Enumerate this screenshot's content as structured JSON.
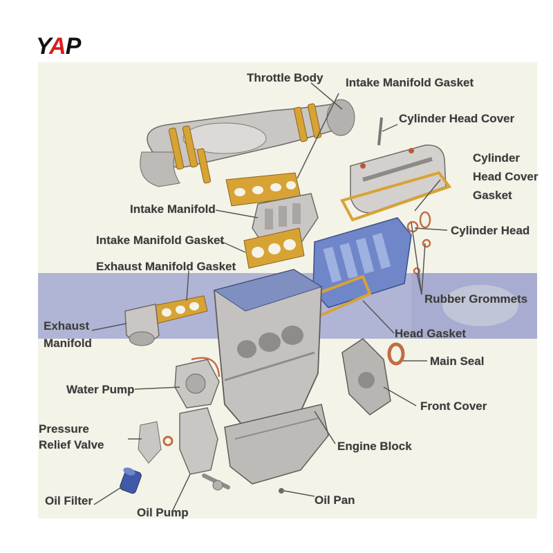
{
  "logo": {
    "y": "Y",
    "a": "A",
    "p": "P",
    "colors": {
      "letters": "#111111",
      "accent": "#d81e1e"
    }
  },
  "colors": {
    "background": "#f4f3e8",
    "band": "#9aa0cf",
    "metal": "#c9c6c3",
    "gasket": "#d8a335",
    "head": "#6f86c9",
    "leader": "#555555"
  },
  "labels": {
    "throttle_body": "Throttle Body",
    "intake_manifold_gasket_top": "Intake Manifold Gasket",
    "cylinder_head_cover": "Cylinder Head Cover",
    "cylinder_head_cover_gasket": "Cylinder\nHead Cover\nGasket",
    "intake_manifold": "Intake Manifold",
    "intake_manifold_gasket": "Intake Manifold Gasket",
    "cylinder_head": "Cylinder Head",
    "exhaust_manifold_gasket": "Exhaust Manifold Gasket",
    "rubber_grommets": "Rubber Grommets",
    "exhaust_manifold": "Exhaust\nManifold",
    "head_gasket": "Head Gasket",
    "main_seal": "Main Seal",
    "water_pump": "Water Pump",
    "front_cover": "Front Cover",
    "pressure_relief_valve": "Pressure\nRelief Valve",
    "engine_block": "Engine Block",
    "oil_filter": "Oil Filter",
    "oil_pan": "Oil Pan",
    "oil_pump": "Oil Pump"
  }
}
